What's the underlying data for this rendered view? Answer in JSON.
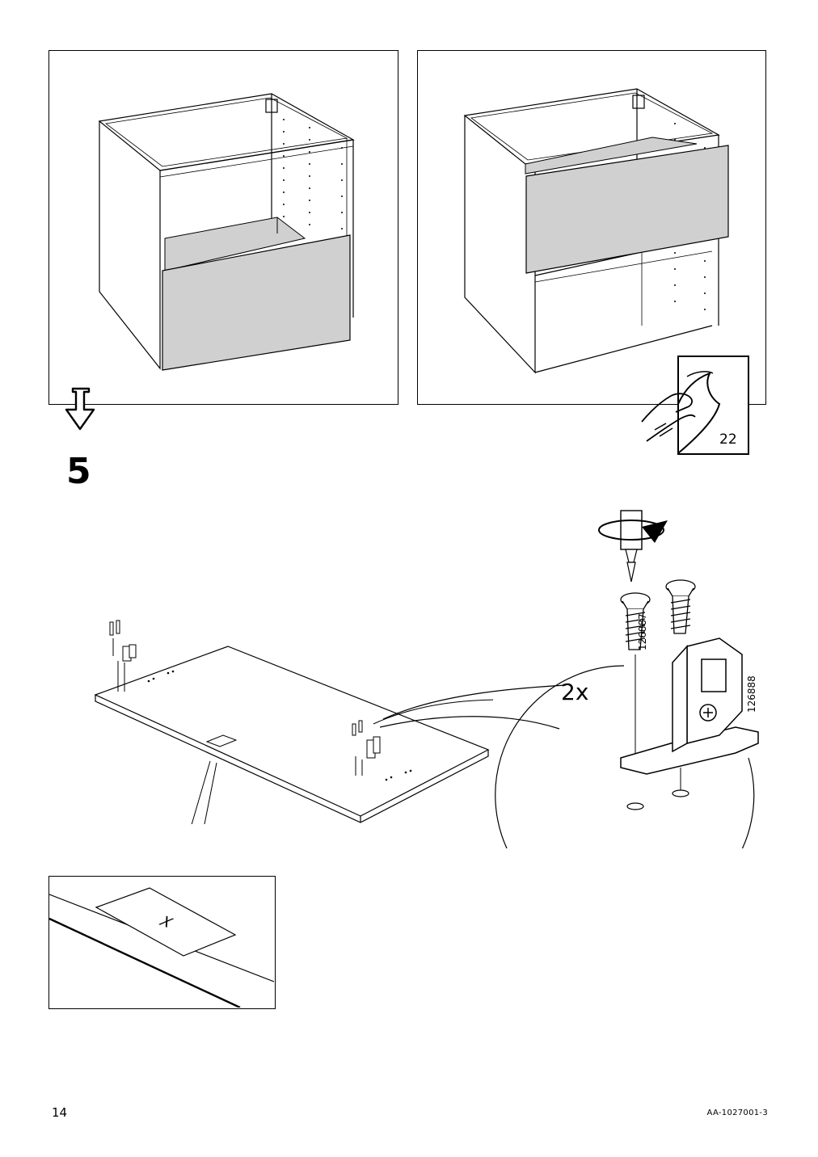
{
  "step": {
    "number": "5"
  },
  "page_ref": {
    "number": "22"
  },
  "parts": {
    "screw_id": "126887",
    "bracket_id": "126888",
    "quantity": "2x"
  },
  "detail": {
    "mark": "X"
  },
  "footer": {
    "page_number": "14",
    "doc_code": "AA-1027001-3"
  },
  "icons": [
    "down-arrow-icon",
    "page-turn-hand-icon",
    "screwdriver-rotate-icon"
  ]
}
